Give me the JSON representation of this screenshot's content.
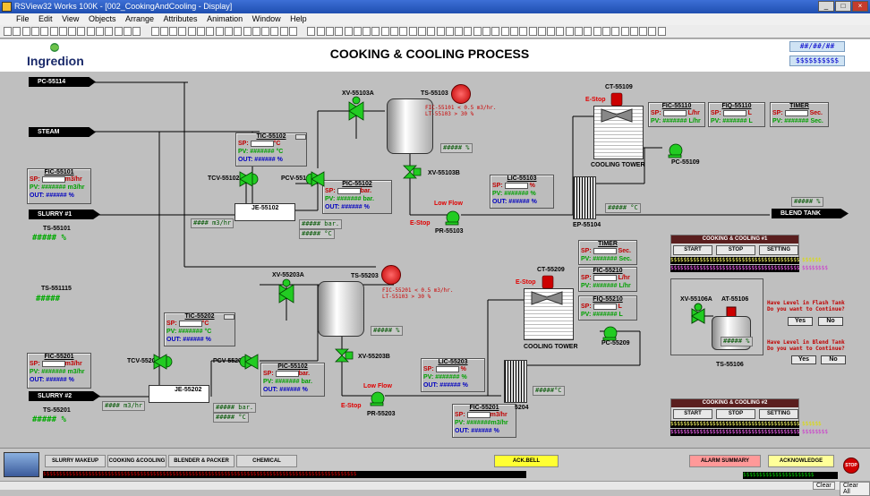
{
  "window": {
    "title": "RSView32 Works 100K - [002_CookingAndCooling - Display]",
    "buttons": [
      "_",
      "□",
      "×"
    ]
  },
  "menu": [
    "File",
    "Edit",
    "View",
    "Objects",
    "Arrange",
    "Attributes",
    "Animation",
    "Window",
    "Help"
  ],
  "header": {
    "logo_text": "Ingredion",
    "title": "COOKING & COOLING PROCESS",
    "date": "##/##/##",
    "time": "$$$$$$$$$$"
  },
  "lines": {
    "pc55114": "PC-55114",
    "steam": "STEAM",
    "slurry1": "SLURRY #1",
    "slurry2": "SLURRY #2",
    "blend_tank": "BLEND TANK"
  },
  "train1": {
    "fic": {
      "tag": "FIC-55101",
      "sp_label": "SP:",
      "sp_unit": "m3/hr",
      "pv_label": "PV:",
      "pv": "#######",
      "pv_unit": "m3/hr",
      "out_label": "OUT:",
      "out": "######",
      "out_unit": "%"
    },
    "tic": {
      "tag": "TIC-55102",
      "sp_label": "SP:",
      "sp_unit": "°C",
      "pv_label": "PV:",
      "pv": "#######",
      "pv_unit": "°C",
      "out_label": "OUT:",
      "out": "######",
      "out_unit": "%"
    },
    "pic": {
      "tag": "PIC-55102",
      "sp_label": "SP:",
      "sp_unit": "bar.",
      "pv_label": "PV:",
      "pv": "#######",
      "pv_unit": "bar.",
      "out_label": "OUT:",
      "out": "######",
      "out_unit": "%"
    },
    "lic": {
      "tag": "LIC-55103",
      "sp_label": "SP:",
      "sp_unit": "%",
      "pv_label": "PV:",
      "pv": "#######",
      "pv_unit": "%",
      "out_label": "OUT:",
      "out": "######",
      "out_unit": "%"
    },
    "fic_tower": {
      "tag": "FIC-55110",
      "sp_label": "SP:",
      "sp_unit": "L/hr",
      "pv_label": "PV:",
      "pv": "#######",
      "pv_unit": "L/hr"
    },
    "fiq": {
      "tag": "FIQ-55110",
      "sp_label": "SP:",
      "sp_unit": "L",
      "pv_label": "PV:",
      "pv": "#######",
      "pv_unit": "L"
    },
    "timer": {
      "tag": "TIMER",
      "sp_label": "SP:",
      "sp_unit": "Sec.",
      "pv_label": "PV:",
      "pv": "#######",
      "pv_unit": "Sec."
    },
    "ts_top": "TS-55101",
    "ts_top_val": "#####",
    "ts_top_unit": "%",
    "tcv": "TCV-55102",
    "pcv": "PCV-55102",
    "je": "JE-55102",
    "je_flow": "#### m3/hr",
    "je_bar": "##### bar.",
    "je_temp": "##### °C",
    "xv_top": "XV-55103A",
    "xv_bot": "XV-55103B",
    "ts_tank": "TS-55103",
    "tank_level": "##### %",
    "fic_note": "FIC-55101 < 0.5 m3/hr.",
    "lt_note": "LT-55103 > 30 %",
    "low_flow": "Low Flow",
    "estop": "E-Stop",
    "pump": "PR-55103",
    "hx": "EP-55104",
    "hx_temp": "##### °C",
    "tower_tag": "CT-55109",
    "tower_label": "COOLING TOWER",
    "tower_pump": "PC-55109",
    "blend_val": "##### %"
  },
  "train2": {
    "fic": {
      "tag": "FIC-55201",
      "sp_label": "SP:",
      "sp_unit": "m3/hr",
      "pv_label": "PV:",
      "pv": "#######",
      "pv_unit": "m3/hr",
      "out_label": "OUT:",
      "out": "######",
      "out_unit": "%"
    },
    "tic": {
      "tag": "TIC-55202",
      "sp_label": "SP:",
      "sp_unit": "°C",
      "pv_label": "PV:",
      "pv": "#######",
      "pv_unit": "°C",
      "out_label": "OUT:",
      "out": "######",
      "out_unit": "%"
    },
    "pic": {
      "tag": "PIC-55102",
      "sp_label": "SP:",
      "sp_unit": "bar.",
      "pv_label": "PV:",
      "pv": "#######",
      "pv_unit": "bar.",
      "out_label": "OUT:",
      "out": "######",
      "out_unit": "%"
    },
    "lic": {
      "tag": "LIC-55203",
      "sp_label": "SP:",
      "sp_unit": "%",
      "pv_label": "PV:",
      "pv": "#######",
      "pv_unit": "%",
      "out_label": "OUT:",
      "out": "######",
      "out_unit": "%"
    },
    "fic_low": {
      "tag": "FIC-55201",
      "sp_label": "SP:",
      "sp_unit": "m3/hr",
      "pv_label": "PV:",
      "pv": "#######",
      "pv_unit": "m3/hr",
      "out_label": "OUT:",
      "out": "######",
      "out_unit": "%"
    },
    "timer": {
      "tag": "TIMER",
      "sp_label": "SP:",
      "sp_unit": "Sec.",
      "pv_label": "PV:",
      "pv": "#######",
      "pv_unit": "Sec."
    },
    "fic_tower": {
      "tag": "FIC-55210",
      "sp_label": "SP:",
      "sp_unit": "L/hr",
      "pv_label": "PV:",
      "pv": "#######",
      "pv_unit": "L/hr"
    },
    "fiq": {
      "tag": "FIQ-55210",
      "sp_label": "SP:",
      "sp_unit": "L",
      "pv_label": "PV:",
      "pv": "#######",
      "pv_unit": "L"
    },
    "ts115": "TS-551115",
    "ts115_val": "#####",
    "ts_bot": "TS-55201",
    "ts_bot_val": "#####",
    "ts_bot_unit": "%",
    "tcv": "TCV-55202",
    "pcv": "PCV-55202",
    "je": "JE-55202",
    "je_flow": "#### m3/hr",
    "je_bar": "##### bar.",
    "je_temp": "##### °C",
    "xv_top": "XV-55203A",
    "xv_bot": "XV-55203B",
    "ts_tank": "TS-55203",
    "tank_level": "##### %",
    "fic_note": "FIC-55201 < 0.5 m3/hr.",
    "lt_note": "LT-55103 > 30 %",
    "low_flow": "Low Flow",
    "estop": "E-Stop",
    "pump": "PR-55203",
    "hx": "5204",
    "hx_temp": "#####°C",
    "tower_tag": "CT-55209",
    "tower_label": "COOLING TOWER",
    "tower_pump": "PC-55209"
  },
  "control1": {
    "title": "COOKING & COOLING #1",
    "buttons": [
      "START",
      "STOP",
      "SETTING"
    ],
    "line1": "$$$$$$$$$$$$$$$$$$$$$$$$$$$$$$$$$$$$$$$$$$$",
    "line1_tail": "$$$$$$",
    "line2": "$$$$$$$$$$$$$$$$$$$$$$$$$$$$$$$$$$$$$$$$$$$",
    "line2_tail": "$$$$$$$$"
  },
  "control2": {
    "title": "COOKING & COOLING #2",
    "buttons": [
      "START",
      "STOP",
      "SETTING"
    ],
    "line1": "$$$$$$$$$$$$$$$$$$$$$$$$$$$$$$$$$$$$$$$$$$$",
    "line1_tail": "$$$$$$",
    "line2": "$$$$$$$$$$$$$$$$$$$$$$$$$$$$$$$$$$$$$$$$$$$",
    "line2_tail": "$$$$$$$$"
  },
  "flash": {
    "valve": "XV-55106A",
    "analyzer": "AT-55106",
    "level": "##### %",
    "tank": "TS-55106",
    "q1_line1": "Have Level in Flash Tank",
    "q1_line2": "Do you want to Continue?",
    "q2_line1": "Have Level in Blend Tank",
    "q2_line2": "Do you want to Continue?",
    "yes": "Yes",
    "no": "No"
  },
  "nav": {
    "buttons": [
      "SLURRY MAKEUP",
      "COOKING &COOLING",
      "BLENDER & PACKER",
      "CHEMICAL"
    ],
    "ackbell": "ACK.BELL",
    "alarm_summary": "ALARM SUMMARY",
    "acknowledge": "ACKNOWLEDGE",
    "alarm_line": "$$$$$$$$$$$$$$$$$$$$$$$$$$$$$$$$$$$$$$$$$$$$$$$$$$$$$$$$$$$$$$$$$$$$$$$$$$$$$$$$$$$$$$$$$$$$$$$$$",
    "status_line": "$$$$$$$$$$$$$$$$$$$$$$",
    "stop_icon": "STOP"
  },
  "statusbar": {
    "clear": "Clear",
    "clear_all": "Clear All"
  },
  "colors": {
    "valve": "#22cc22",
    "estop": "#e00000",
    "header_bg": "#ffffff",
    "panel": "#bcbcbc"
  }
}
